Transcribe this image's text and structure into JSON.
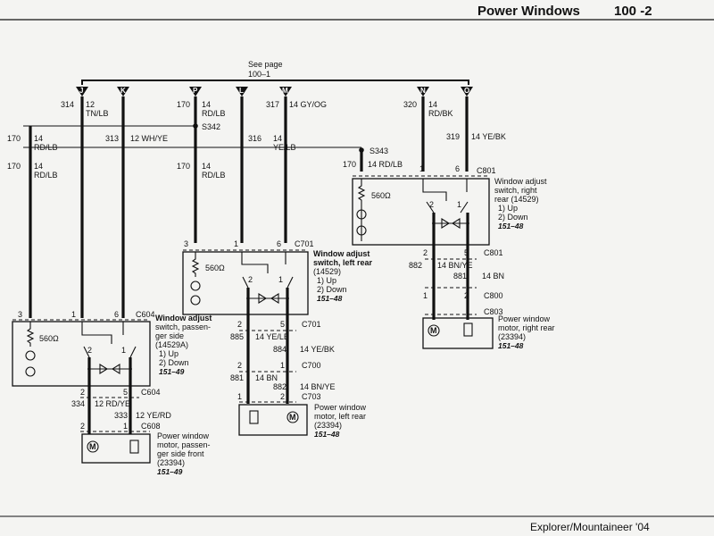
{
  "header": {
    "title": "Power Windows",
    "page_number": "100 -2"
  },
  "footer": {
    "text": "Explorer/Mountaineer '04"
  },
  "see_page": {
    "line1": "See page",
    "line2": "100–1"
  },
  "bus_pins": [
    "J",
    "K",
    "P",
    "L",
    "M",
    "N",
    "O"
  ],
  "top_wires": {
    "j_circuit": "314",
    "j_desc1": "12",
    "j_desc2": "TN/LB",
    "p_circuit": "170",
    "p_desc1": "14",
    "p_desc2": "RD/LB",
    "m_circuit": "317",
    "m_desc": "14 GY/OG",
    "n_circuit": "320",
    "n_desc1": "14",
    "n_desc2": "RD/BK",
    "o_circuit": "319",
    "o_desc": "14 YE/BK",
    "splice_s342": "S342",
    "splice_s343": "S343",
    "l_circuit": "316",
    "l_desc1": "14",
    "l_desc2": "YE/LB",
    "k_circuit": "313",
    "k_desc": "12 WH/YE",
    "left_a_circuit": "170",
    "left_a_desc1": "14",
    "left_a_desc2": "RD/LB",
    "left_b_circuit": "170",
    "left_b_desc1": "14",
    "left_b_desc2": "RD/LB",
    "mid_circuit": "170",
    "mid_desc1": "14",
    "mid_desc2": "RD/LB",
    "s343_circuit": "170",
    "s343_desc": "14 RD/LB"
  },
  "left_rear_switch": {
    "pins": [
      "3",
      "1",
      "6"
    ],
    "connector": "C701",
    "resistor": "560Ω",
    "title1": "Window adjust",
    "title2": "switch, left rear",
    "title3": "(14529)",
    "up": "1)  Up",
    "down": "2)  Down",
    "ref": "151–48",
    "sw_a": "2",
    "sw_b": "1"
  },
  "right_rear_switch": {
    "pins": [
      "1",
      "6"
    ],
    "connector": "C801",
    "resistor": "560Ω",
    "title1": "Window adjust",
    "title2": "switch, right",
    "title3": "rear (14529)",
    "up": "1)  Up",
    "down": "2)  Down",
    "ref": "151–48",
    "sw_a": "2",
    "sw_b": "1"
  },
  "passenger_switch": {
    "pins": [
      "3",
      "1",
      "6"
    ],
    "connector": "C604",
    "resistor": "560Ω",
    "title1": "Window adjust",
    "title2": "switch, passen-",
    "title3": "ger side",
    "title4": "(14529A)",
    "up": "1)  Up",
    "down": "2)  Down",
    "ref": "151–49",
    "sw_a": "2",
    "sw_b": "1"
  },
  "left_rear_wires": {
    "pin2": "2",
    "pin5": "5",
    "conn_c701": "C701",
    "w885": "885",
    "w885_desc": "14 YE/LB",
    "w884": "884",
    "w884_desc": "14 YE/BK",
    "pin2b": "2",
    "pin1b": "1",
    "conn_c700": "C700",
    "w881": "881",
    "w881_desc": "14 BN",
    "w882": "882",
    "w882_desc": "14 BN/YE",
    "pin1c": "1",
    "pin2c": "2",
    "conn_c703": "C703"
  },
  "right_rear_wires": {
    "pin2": "2",
    "pin5": "5",
    "conn_c801": "C801",
    "w882": "882",
    "w882_desc": "14 BN/YE",
    "w881": "881",
    "w881_desc": "14 BN",
    "pin1b": "1",
    "pin2b": "2",
    "conn_c800": "C800",
    "conn_c803": "C803"
  },
  "passenger_wires": {
    "pin2": "2",
    "pin5": "5",
    "conn_c604": "C604",
    "w334": "334",
    "w334_desc": "12 RD/YE",
    "w333": "333",
    "w333_desc": "12 YE/RD",
    "pin2b": "2",
    "pin1b": "1",
    "conn_c608": "C608"
  },
  "left_rear_motor": {
    "title1": "Power window",
    "title2": "motor, left rear",
    "title3": "(23394)",
    "ref": "151–48"
  },
  "right_rear_motor": {
    "title1": "Power window",
    "title2": "motor, right rear",
    "title3": "(23394)",
    "ref": "151–48"
  },
  "passenger_motor": {
    "title1": "Power window",
    "title2": "motor, passen-",
    "title3": "ger side front",
    "title4": "(23394)",
    "ref": "151–49"
  },
  "icons": {
    "motor": "motor-icon",
    "switch": "switch-icon",
    "lamp": "lamp-icon",
    "resistor": "resistor-icon"
  }
}
